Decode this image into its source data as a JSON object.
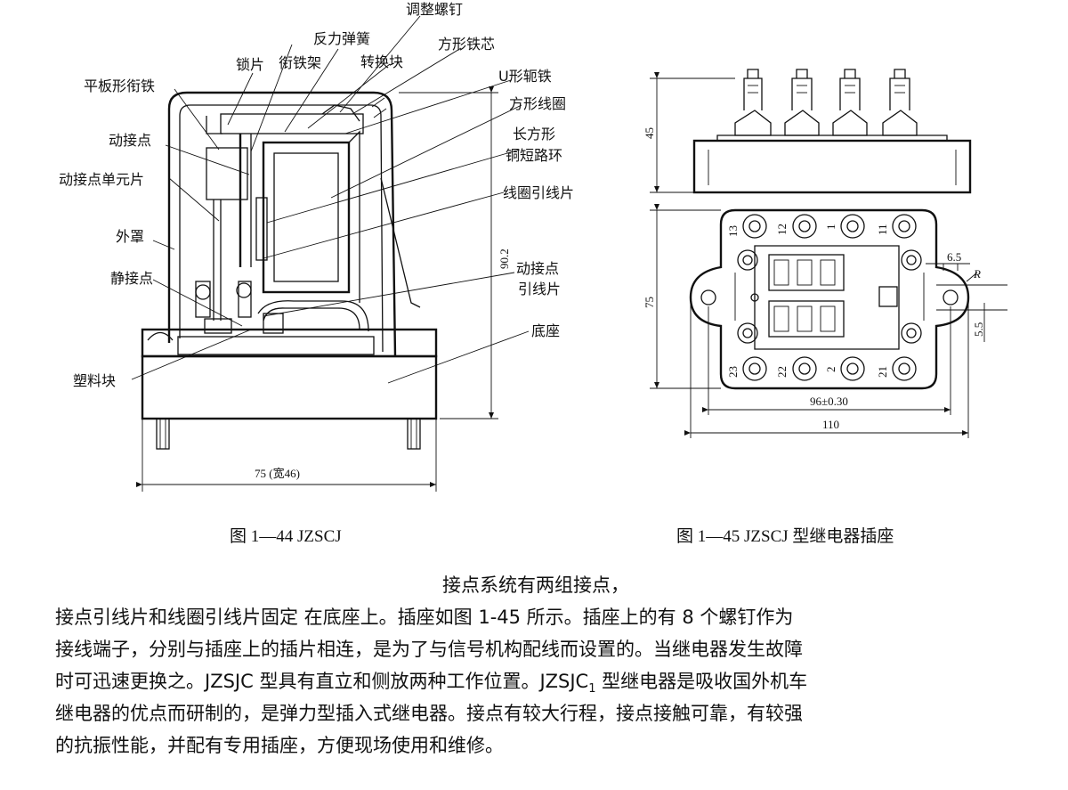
{
  "figure1": {
    "labels": {
      "l0": "调整螺钉",
      "l1": "反力弹簧",
      "l2": "锁片",
      "l3": "衔铁架",
      "l4": "转换块",
      "l5": "方形铁芯",
      "l6": "U形轭铁",
      "l7": "平板形衔铁",
      "l8": "方形线圈",
      "l9": "长方形",
      "l10": "铜短路环",
      "l11": "动接点",
      "l12": "动接点单元片",
      "l13": "线圈引线片",
      "l14": "外罩",
      "l15": "动接点",
      "l16": "引线片",
      "l17": "静接点",
      "l18": "底座",
      "l19": "塑料块"
    },
    "dim_height": "90.2",
    "dim_width": "75 (宽46)",
    "caption": "图 1—44    JZSCJ"
  },
  "figure2": {
    "dim_top_height": "45",
    "dim_bottom_height": "75",
    "dim_inner_width": "96±0.30",
    "dim_outer_width": "110",
    "dim_hole_a": "6.5",
    "dim_radius": "R",
    "dim_hole_b": "5.5",
    "terminals": {
      "t13": "13",
      "t12": "12",
      "t11": "11",
      "t1": "1",
      "t23": "23",
      "t22": "22",
      "t2": "2",
      "t21": "21"
    },
    "caption": "图 1—45    JZSCJ 型继电器插座"
  },
  "text": {
    "line0": "接点系统有两组接点，",
    "line1": "接点引线片和线圈引线片固定  在底座上。插座如图 1-45 所示。插座上的有 8 个螺钉作为",
    "line2": "接线端子，分别与插座上的插片相连，是为了与信号机构配线而设置的。当继电器发生故障",
    "line3": "时可迅速更换之。JZSJC 型具有直立和侧放两种工作位置。JZSJC",
    "line3_sub": "1",
    "line3_end": " 型继电器是吸收国外机车",
    "line4": "继电器的优点而研制的，是弹力型插入式继电器。接点有较大行程，接点接触可靠，有较强",
    "line5": "的抗振性能，并配有专用插座，方便现场使用和维修。"
  }
}
